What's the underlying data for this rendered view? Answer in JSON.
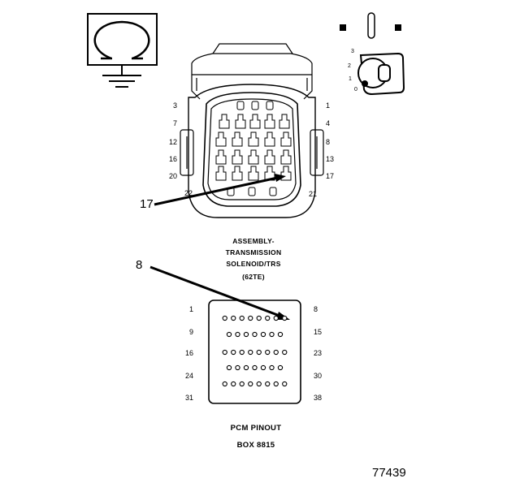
{
  "connector": {
    "pins_left": [
      "3",
      "7",
      "12",
      "16",
      "20"
    ],
    "pins_right": [
      "1",
      "4",
      "8",
      "13",
      "17"
    ],
    "pin_bottom_left": "22",
    "pin_bottom_right": "21",
    "callout": "17"
  },
  "caption_top": {
    "line1": "ASSEMBLY-",
    "line2": "TRANSMISSION",
    "line3": "SOLENOID/TRS",
    "line4": "(62TE)"
  },
  "pcm": {
    "callout": "8",
    "left_labels": [
      "1",
      "9",
      "16",
      "24",
      "31"
    ],
    "right_labels": [
      "8",
      "15",
      "23",
      "30",
      "38"
    ],
    "row_pin_counts": [
      8,
      7,
      8,
      7,
      8
    ]
  },
  "caption_bottom": {
    "line1": "PCM PINOUT",
    "line2": "BOX 8815"
  },
  "ignition_switch": {
    "positions": [
      "3",
      "2",
      "1",
      "0"
    ]
  },
  "figure_id": "77439",
  "icons": [
    "ohmmeter-icon",
    "ground-icon",
    "test-lead-icon",
    "ignition-key-icon"
  ]
}
